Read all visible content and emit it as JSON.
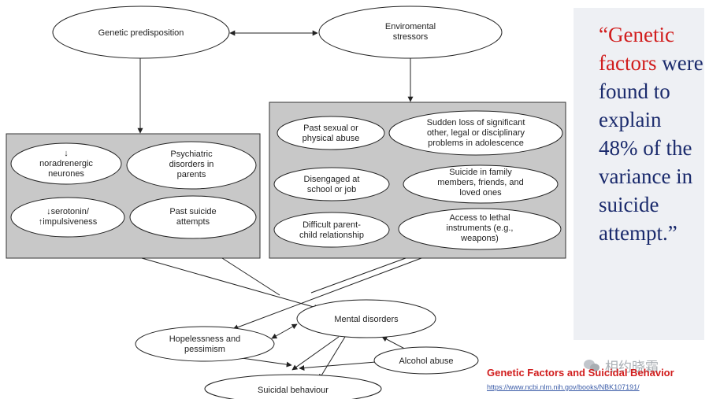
{
  "diagram": {
    "nodes": {
      "genetic": [
        "Genetic predisposition"
      ],
      "env": [
        "Enviromental",
        "stressors"
      ],
      "noradrenergic": [
        "↓",
        "noradrenergic",
        "neurones"
      ],
      "psychiatric": [
        "Psychiatric",
        "disorders in",
        "parents"
      ],
      "serotonin": [
        "↓serotonin/",
        "↑impulsiveness"
      ],
      "past_suicide": [
        "Past suicide",
        "attempts"
      ],
      "past_abuse": [
        "Past sexual or",
        "physical abuse"
      ],
      "sudden_loss": [
        "Sudden loss of significant",
        "other, legal or disciplinary",
        "problems in adolescence"
      ],
      "disengaged": [
        "Disengaged at",
        "school or job"
      ],
      "suicide_family": [
        "Suicide in family",
        "members, friends,  and",
        "loved ones"
      ],
      "parent_child": [
        "Difficult parent-",
        "child relationship"
      ],
      "lethal": [
        "Access to lethal",
        "instruments (e.g.,",
        "weapons)"
      ],
      "mental": [
        "Mental disorders"
      ],
      "hopelessness": [
        "Hopelessness and",
        "pessimism"
      ],
      "alcohol": [
        "Alcohol abuse"
      ],
      "suicidal": [
        "Suicidal behaviour"
      ]
    }
  },
  "quote": {
    "highlight": "“Genetic factors",
    "rest": " were found to explain 48% of the variance in suicide attempt.”"
  },
  "reference": {
    "title": "Genetic Factors and Suicidal Behavior",
    "url": "https://www.ncbi.nlm.nih.gov/books/NBK107191/"
  },
  "watermark": {
    "text": "相约晓霜"
  },
  "colors": {
    "panel_fill": "#c8c8c8",
    "quote_blue": "#1a2a6c",
    "quote_red": "#d11d1d",
    "link": "#3b5ca8"
  }
}
